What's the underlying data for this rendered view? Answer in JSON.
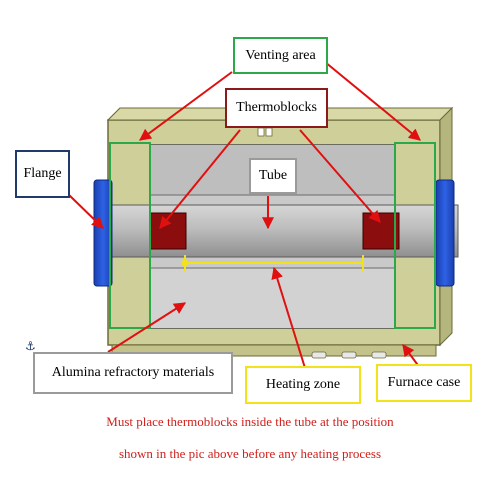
{
  "labels": {
    "venting_area": "Venting area",
    "thermoblocks": "Thermoblocks",
    "flange": "Flange",
    "tube": "Tube",
    "alumina": "Alumina refractory materials",
    "heating_zone": "Heating zone",
    "furnace_case": "Furnace case"
  },
  "notes": {
    "line1": "Must place thermoblocks inside the tube at the position",
    "line2": "shown in the pic above before any heating process"
  },
  "colors": {
    "case_fill": "#cfcf9a",
    "case_outline": "#6b6b3a",
    "tube_gray": "#b8b8b8",
    "chamber_gray": "#c9c9c9",
    "thermoblock": "#8b0d0d",
    "flange_blue": "#1e4fd1",
    "venting_green": "#2aa84a",
    "heating_yellow": "#f2e21a",
    "arrow_red": "#e01010",
    "note_red": "#d0201c"
  }
}
